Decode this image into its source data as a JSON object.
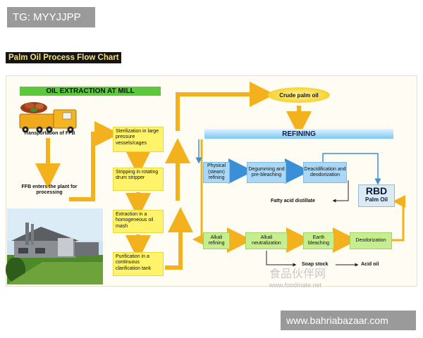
{
  "watermarks": {
    "top_left": "TG: MYYJJPP",
    "bottom_right": "www.bahriabazaar.com",
    "site_logo": "食品伙伴网",
    "site_url": "www.foodmate.net"
  },
  "title": "Palm Oil Process Flow Chart",
  "mill": {
    "header": "OIL EXTRACTION AT MILL",
    "transport_label": "Transportation of FFB",
    "enter_label": "FFB enters the plant for processing",
    "steps": [
      "Sterilization in large pressure vessels/cages",
      "Stripping in rotating drum stripper",
      "Extraction in a homogeneous oil mash",
      "Purification in a continuous clarification tank"
    ]
  },
  "crude": "Crude palm oil",
  "refining": {
    "header": "REFINING",
    "physical": {
      "start": "Physical (steam) refining",
      "step1": "Degumming and pre-bleaching",
      "step2": "Deacidification and deodorization",
      "byproduct": "Fatty acid distillate"
    },
    "alkali": {
      "start": "Alkali refining",
      "step1": "Alkali neutralization",
      "step2": "Earth bleaching",
      "step3": "Deodorization",
      "byproduct1": "Soap stock",
      "byproduct2": "Acid oil"
    },
    "product_line1": "RBD",
    "product_line2": "Palm Oil"
  },
  "colors": {
    "arrow_orange": "#f3b21d",
    "arrow_blue": "#3a8fd6",
    "mill_green": "#5cc83c",
    "box_yellow": "#fff36a"
  }
}
